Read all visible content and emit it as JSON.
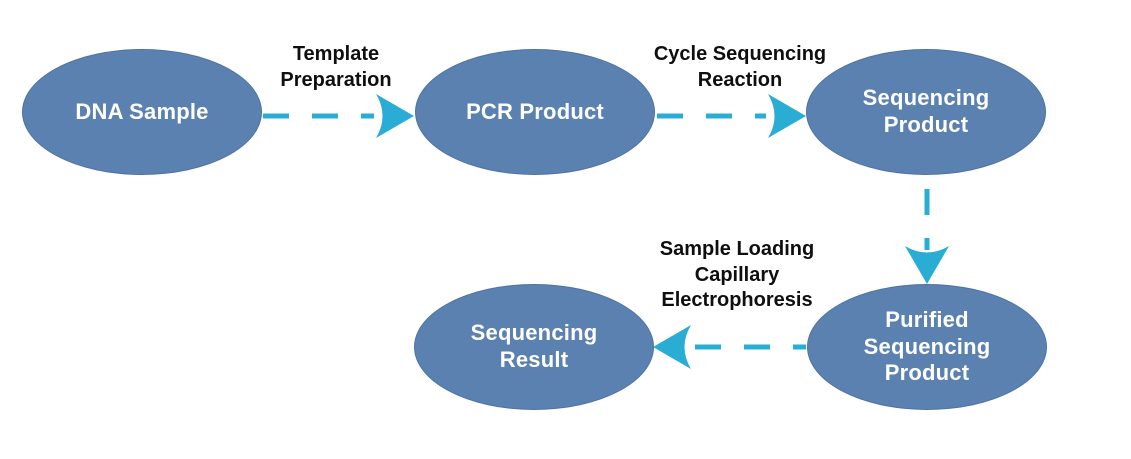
{
  "diagram": {
    "type": "flowchart",
    "description": "DNA sequencing workflow",
    "nodes": [
      {
        "id": "dna-sample",
        "label": "DNA Sample",
        "shape": "ellipse"
      },
      {
        "id": "pcr-product",
        "label": "PCR Product",
        "shape": "ellipse"
      },
      {
        "id": "sequencing-product",
        "label": "Sequencing\nProduct",
        "shape": "ellipse"
      },
      {
        "id": "purified-sequencing-product",
        "label": "Purified\nSequencing\nProduct",
        "shape": "ellipse"
      },
      {
        "id": "sequencing-result",
        "label": "Sequencing\nResult",
        "shape": "ellipse"
      }
    ],
    "edges": [
      {
        "from": "dna-sample",
        "to": "pcr-product",
        "label": "Template\nPreparation",
        "style": "dashed",
        "direction": "right"
      },
      {
        "from": "pcr-product",
        "to": "sequencing-product",
        "label": "Cycle Sequencing\nReaction",
        "style": "dashed",
        "direction": "right"
      },
      {
        "from": "sequencing-product",
        "to": "purified-sequencing-product",
        "label": "",
        "style": "dashed",
        "direction": "down"
      },
      {
        "from": "purified-sequencing-product",
        "to": "sequencing-result",
        "label": "Sample Loading\nCapillary\nElectrophoresis",
        "style": "dashed",
        "direction": "left"
      }
    ],
    "colors": {
      "node_fill": "#5B81B1",
      "node_border": "#4C73A5",
      "node_text": "#FFFFFF",
      "arrow": "#29ADD4",
      "label_text": "#0F0F0F",
      "background": "#FFFFFF"
    }
  }
}
